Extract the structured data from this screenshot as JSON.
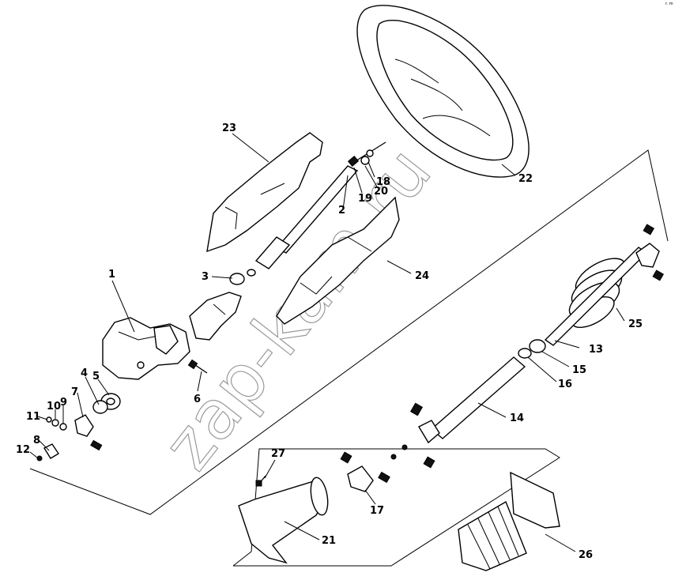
{
  "corner_mark": "r. m",
  "watermark": "zap-kam.ru",
  "callouts": [
    {
      "id": "1",
      "text": "1"
    },
    {
      "id": "2",
      "text": "2"
    },
    {
      "id": "3",
      "text": "3"
    },
    {
      "id": "4",
      "text": "4"
    },
    {
      "id": "5",
      "text": "5"
    },
    {
      "id": "6",
      "text": "6"
    },
    {
      "id": "7",
      "text": "7"
    },
    {
      "id": "8",
      "text": "8"
    },
    {
      "id": "9",
      "text": "9"
    },
    {
      "id": "10",
      "text": "10"
    },
    {
      "id": "11",
      "text": "11"
    },
    {
      "id": "12",
      "text": "12"
    },
    {
      "id": "13",
      "text": "13"
    },
    {
      "id": "14",
      "text": "14"
    },
    {
      "id": "15",
      "text": "15"
    },
    {
      "id": "16",
      "text": "16"
    },
    {
      "id": "17",
      "text": "17"
    },
    {
      "id": "18",
      "text": "18"
    },
    {
      "id": "19",
      "text": "19"
    },
    {
      "id": "20",
      "text": "20"
    },
    {
      "id": "21",
      "text": "21"
    },
    {
      "id": "22",
      "text": "22"
    },
    {
      "id": "23",
      "text": "23"
    },
    {
      "id": "24",
      "text": "24"
    },
    {
      "id": "25",
      "text": "25"
    },
    {
      "id": "26",
      "text": "26"
    },
    {
      "id": "27",
      "text": "27"
    }
  ]
}
